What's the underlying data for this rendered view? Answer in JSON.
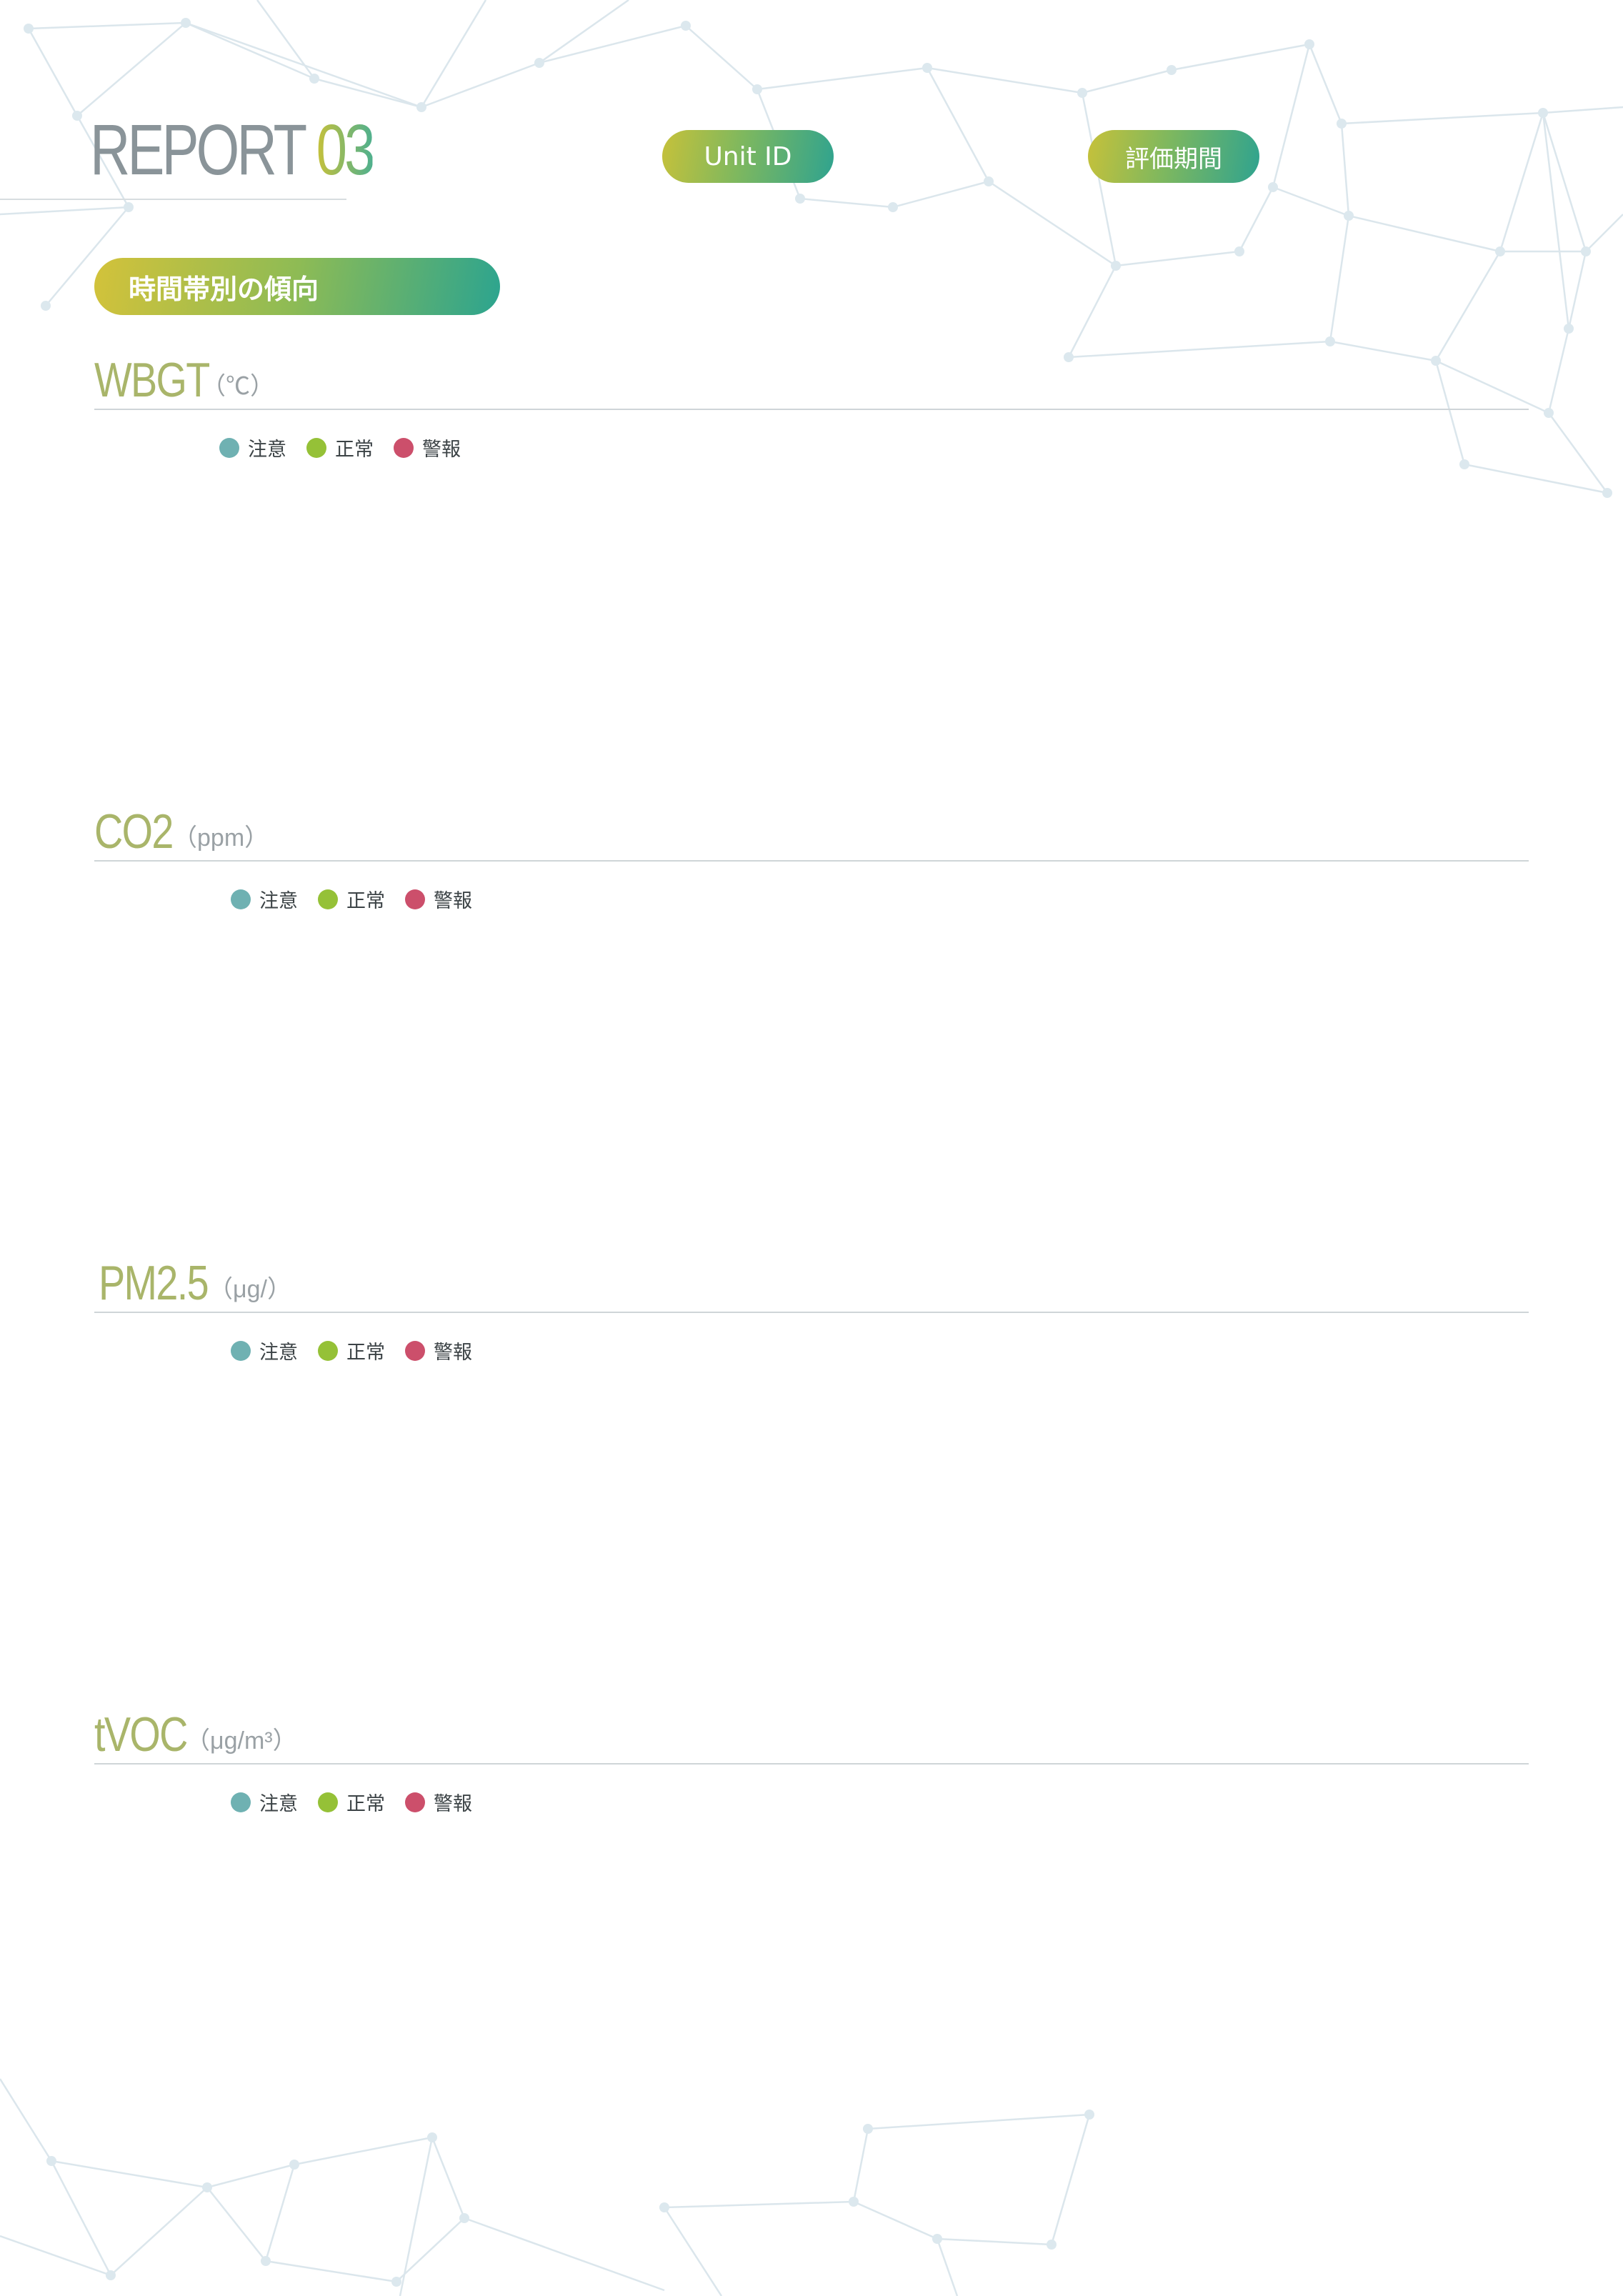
{
  "report": {
    "word": "REPORT",
    "number": "03"
  },
  "header": {
    "unit_id_label": "Unit ID",
    "period_label": "評価期間"
  },
  "section_banner": "時間帯別の傾向",
  "colors": {
    "caution": "#6fb1b2",
    "normal": "#95c137",
    "warning": "#cc4f6b",
    "accent_gradient": [
      "#c6c13a",
      "#2fa38f"
    ]
  },
  "legend": {
    "caution": "注意",
    "normal": "正常",
    "warning": "警報"
  },
  "sections": [
    {
      "title": "WBGT",
      "unit": "（℃）"
    },
    {
      "title": "CO2",
      "unit": "（ppm）"
    },
    {
      "title": "PM2.5",
      "unit": "（μg/）"
    },
    {
      "title": "tVOC",
      "unit": "（μg/m³）"
    }
  ]
}
